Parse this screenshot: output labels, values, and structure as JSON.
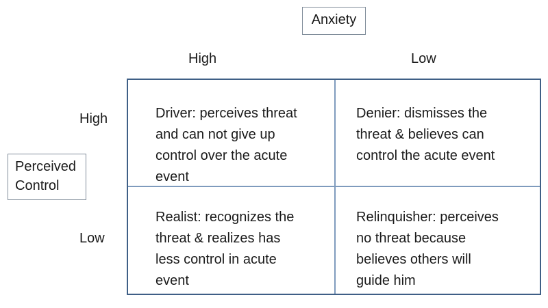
{
  "x_axis": {
    "title": "Anxiety",
    "high_label": "High",
    "low_label": "Low"
  },
  "y_axis": {
    "title": "Perceived\nControl",
    "high_label": "High",
    "low_label": "Low"
  },
  "cells": {
    "high_control_high_anxiety": "Driver: perceives threat\nand  can not give up\ncontrol over the acute\nevent",
    "high_control_low_anxiety": "Denier: dismisses the\nthreat & believes can\ncontrol the acute event",
    "low_control_high_anxiety": "Realist: recognizes the\nthreat & realizes has\nless control in acute\nevent",
    "low_control_low_anxiety": "Relinquisher: perceives\nno threat because\nbelieves others  will\nguide him"
  },
  "colors": {
    "grid_border": "#3f5f86",
    "grid_divider": "#7f9bbd",
    "label_box_border": "#7f8c99"
  }
}
